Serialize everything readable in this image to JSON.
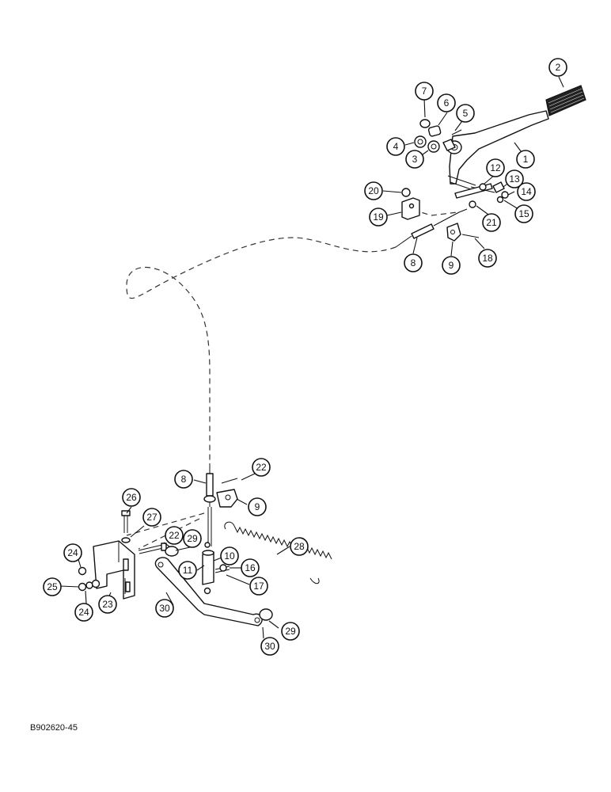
{
  "drawing_code": "B902620-45",
  "callouts": [
    "1",
    "2",
    "3",
    "4",
    "5",
    "6",
    "7",
    "8",
    "9",
    "12",
    "13",
    "14",
    "15",
    "18",
    "19",
    "20",
    "21",
    "8",
    "9",
    "10",
    "11",
    "16",
    "17",
    "22",
    "22",
    "23",
    "24",
    "24",
    "25",
    "26",
    "27",
    "28",
    "29",
    "29",
    "30",
    "30"
  ],
  "colors": {
    "line": "#111111",
    "background": "#ffffff",
    "pedal_pad": "#1f1f1f"
  }
}
